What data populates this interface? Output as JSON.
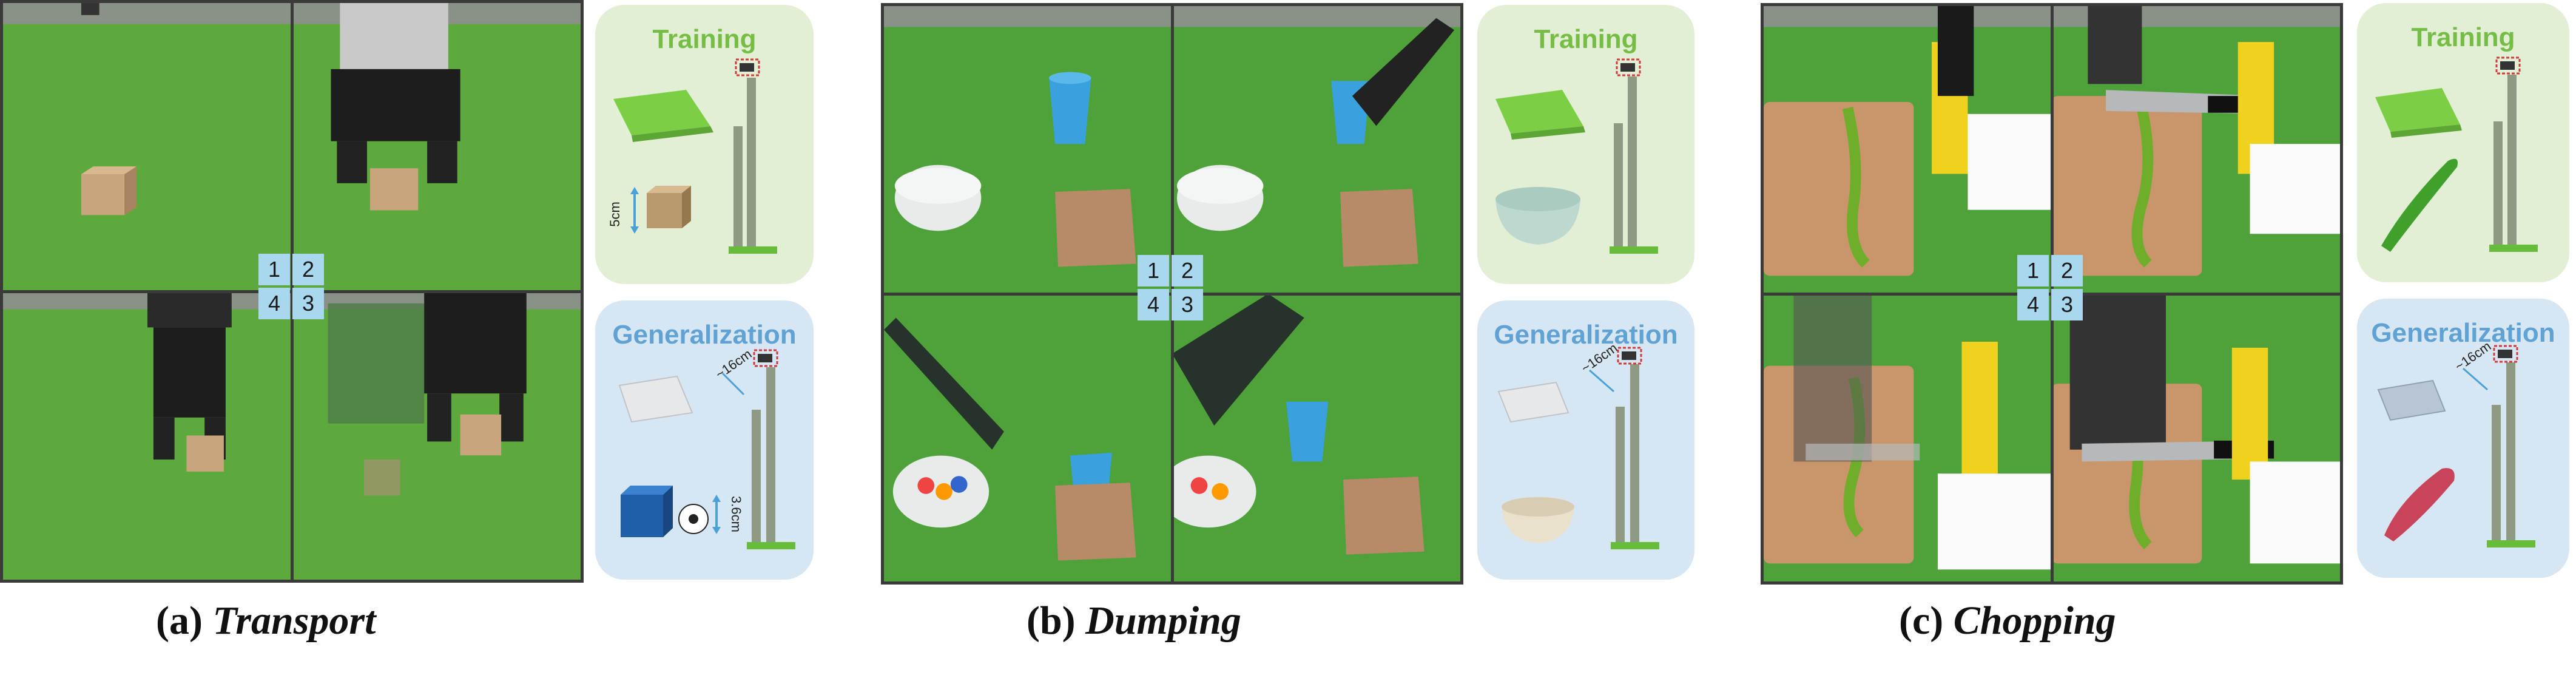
{
  "panels": [
    {
      "id": "a",
      "caption_label": "(a)",
      "caption_task": "Transport",
      "badges": [
        "1",
        "2",
        "4",
        "3"
      ],
      "training": {
        "title": "Training",
        "size_label": "5cm"
      },
      "generalization": {
        "title": "Generalization",
        "height_label": "~16cm",
        "size_label": "3.6cm"
      }
    },
    {
      "id": "b",
      "caption_label": "(b)",
      "caption_task": "Dumping",
      "badges": [
        "1",
        "2",
        "4",
        "3"
      ],
      "training": {
        "title": "Training"
      },
      "generalization": {
        "title": "Generalization",
        "height_label": "~16cm"
      }
    },
    {
      "id": "c",
      "caption_label": "(c)",
      "caption_task": "Chopping",
      "badges": [
        "1",
        "2",
        "4",
        "3"
      ],
      "training": {
        "title": "Training"
      },
      "generalization": {
        "title": "Generalization",
        "height_label": "~16cm"
      }
    }
  ]
}
